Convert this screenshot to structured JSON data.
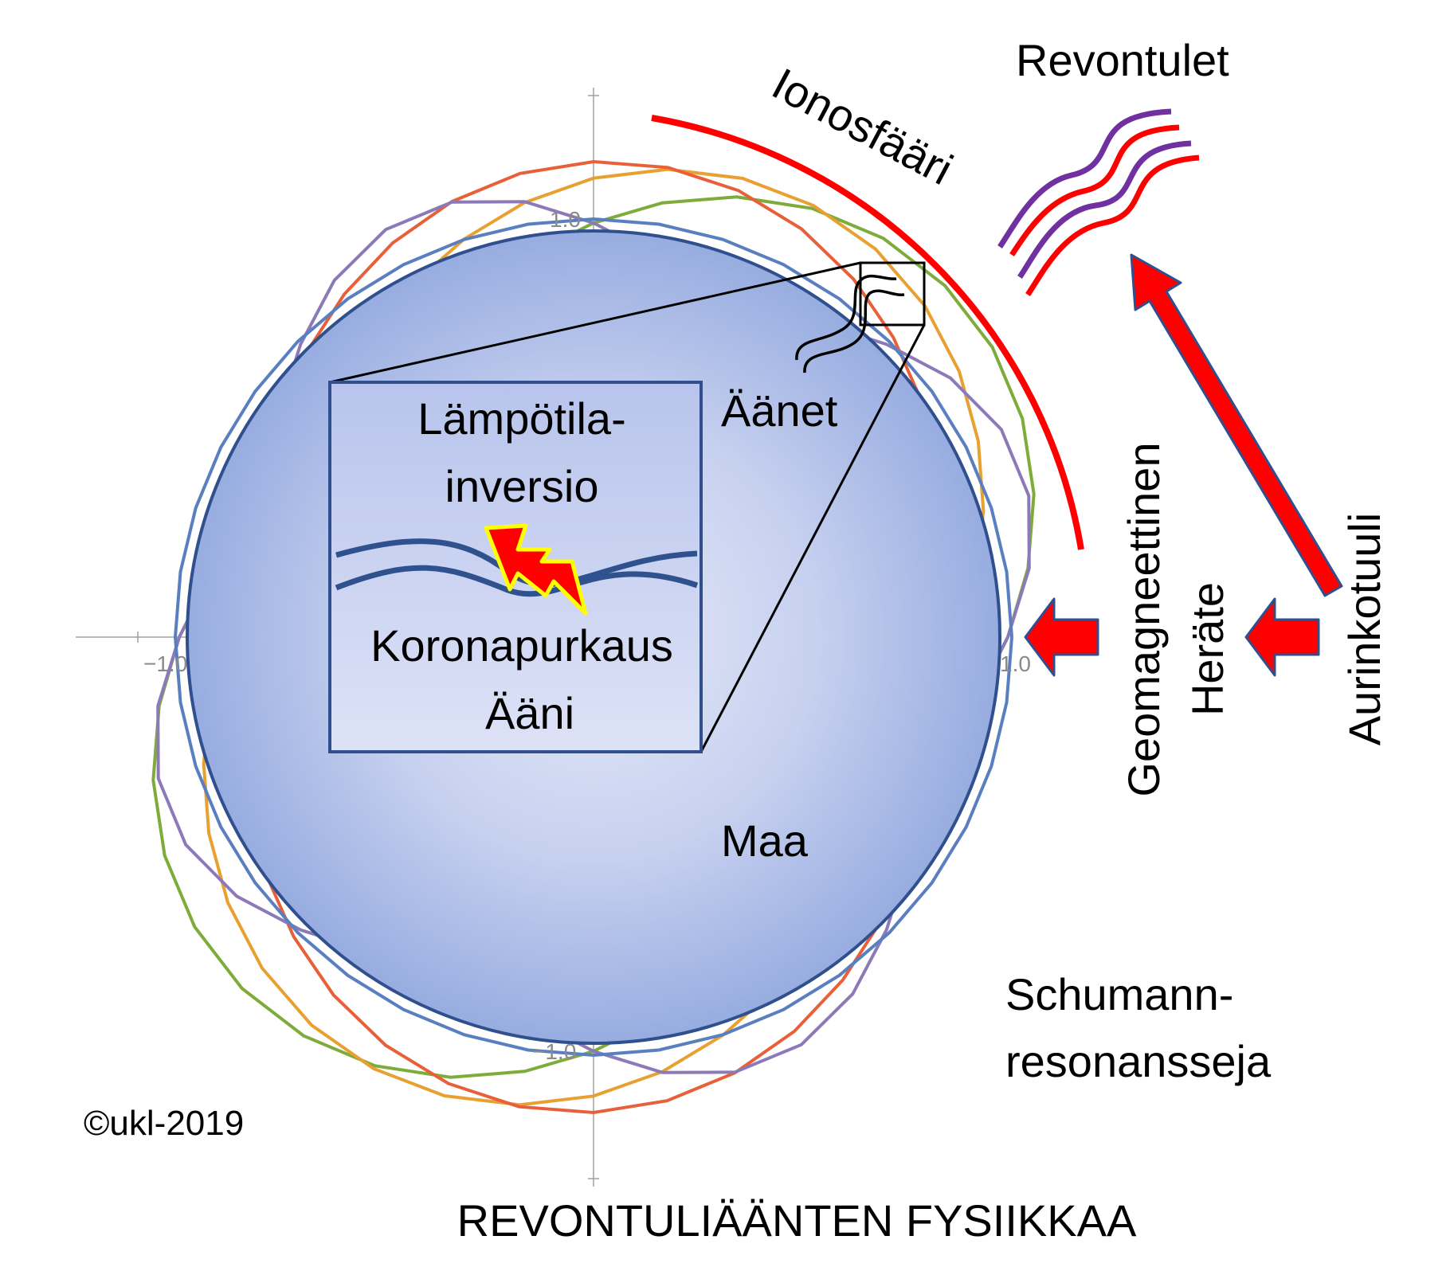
{
  "diagram": {
    "title": "REVONTULIÄÄNTEN FYSIIKKAA",
    "copyright": "©ukl-2019",
    "labels": {
      "ionosphere": "Ionosfääri",
      "aurora": "Revontulet",
      "sounds": "Äänet",
      "earth": "Maa",
      "schumann_line1": "Schumann-",
      "schumann_line2": "resonansseja",
      "geomagnetic": "Geomagneettinen",
      "excitation": "Heräte",
      "solar_wind": "Aurinkotuuli"
    },
    "inset": {
      "line1": "Lämpötila-",
      "line2": "inversio",
      "line3": "Koronapurkaus",
      "line4": "Ääni"
    },
    "axis_ticks": {
      "y_top": "1.0",
      "y_bottom": "−1.0",
      "x_left": "−1.0",
      "x_right": "1.0"
    },
    "colors": {
      "earth_fill": "#aebde8",
      "earth_edge": "#2f4f8f",
      "ionosphere": "#ff0000",
      "aurora_red": "#ff0000",
      "aurora_purple": "#7030a0",
      "wave_blue": "#2f528f",
      "green": "#7dac3a",
      "orange": "#e8a030",
      "red_orange": "#e8603a",
      "purple": "#8c79b8",
      "blue": "#5a7fc0"
    }
  }
}
